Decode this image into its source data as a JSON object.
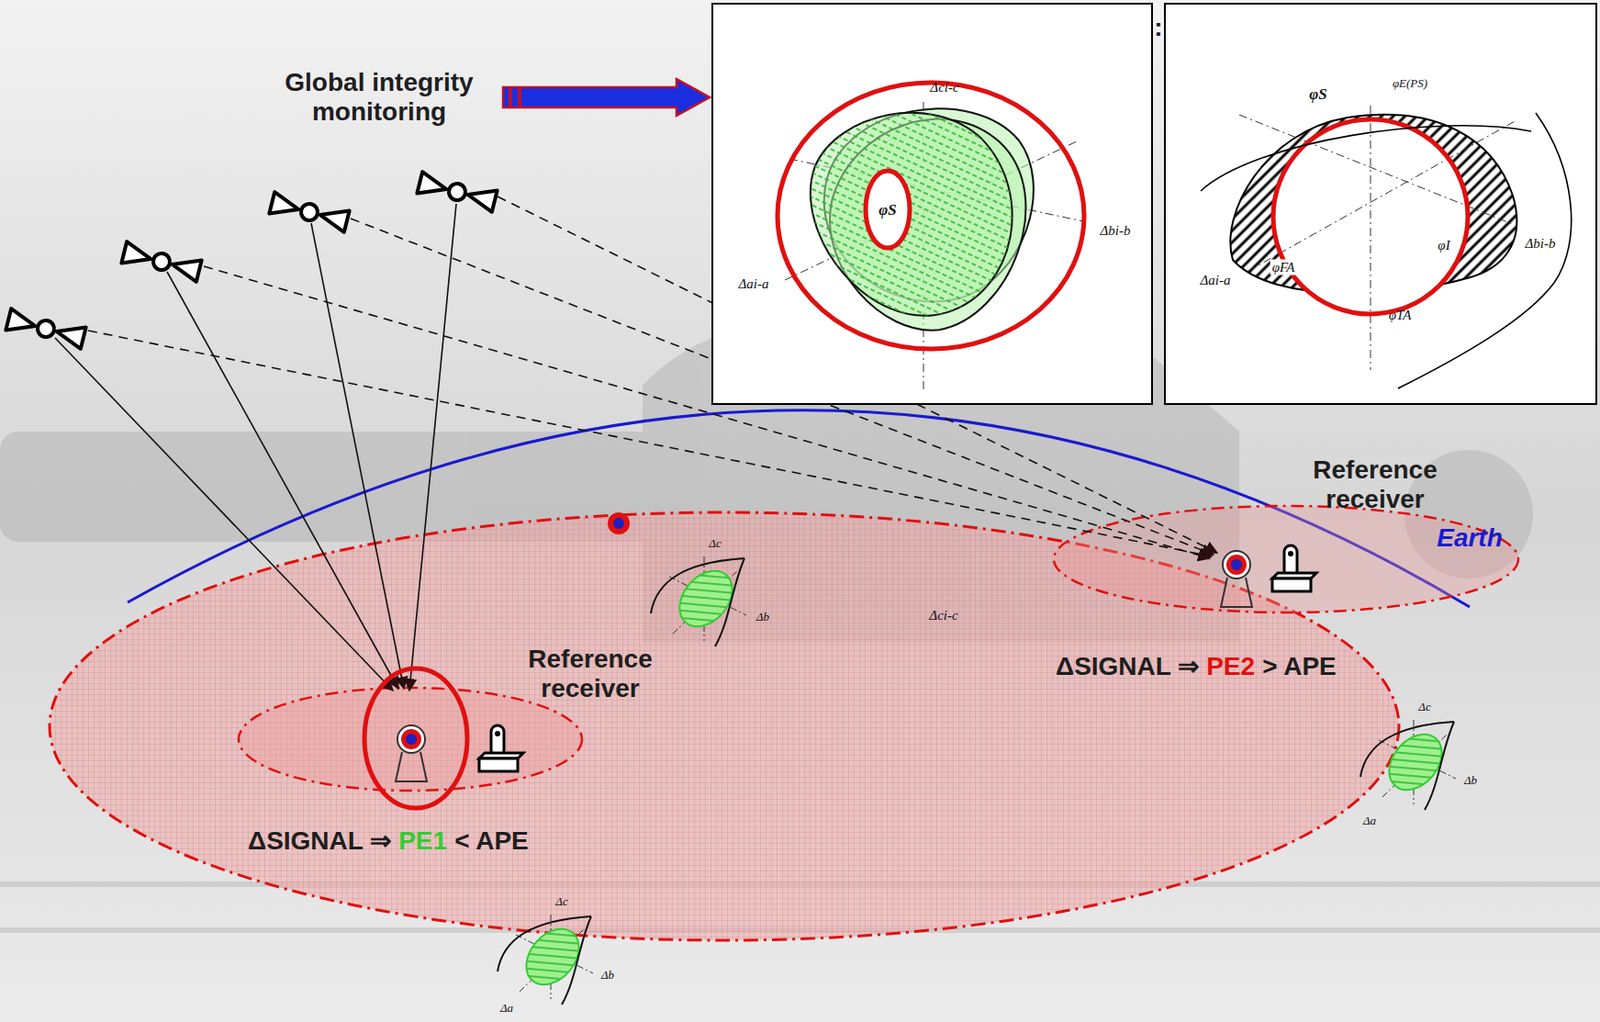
{
  "diagram": {
    "nodes": [
      {
        "text": [
          "Global integrity monitoring"
        ]
      },
      {
        "text": [
          "Δci-c",
          "Δai-a",
          "Δbi-b",
          "φS"
        ]
      },
      {
        "text": [
          "φS",
          "φE(PS)",
          "φFA",
          "φI",
          "φTA",
          "Δai-a",
          "Δbi-b"
        ]
      }
    ],
    "edges": [
      {
        "from": 0,
        "to": 1,
        "arrow": "to"
      }
    ],
    "labels": [
      ":",
      "Reference receiver",
      "Reference receiver",
      "Earth",
      "ΔSIGNAL ⇒",
      "PE1",
      "< APE",
      "ΔSIGNAL ⇒",
      "PE2",
      "> APE",
      "Δci-c",
      "Δc",
      "Δb",
      "Δc",
      "Δb",
      "Δa",
      "Δc",
      "Δb",
      "Δa"
    ]
  }
}
